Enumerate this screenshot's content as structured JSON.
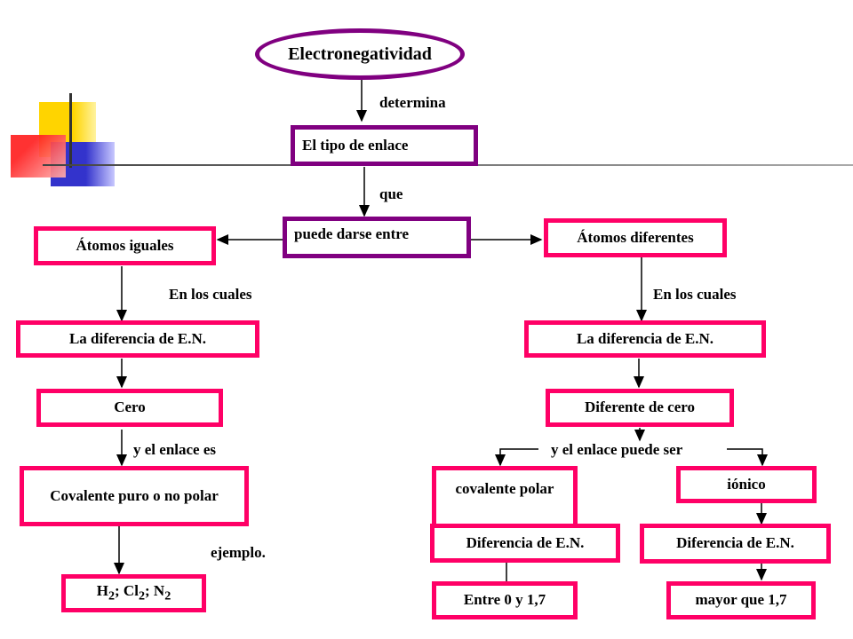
{
  "title": "Electronegatividad",
  "labels": {
    "determina": "determina",
    "que": "que",
    "en_los_cuales_left": "En los cuales",
    "en_los_cuales_right": "En los cuales",
    "enlace_es": "y el enlace es",
    "enlace_puede_ser": "y el enlace puede ser",
    "ejemplo": "ejemplo."
  },
  "boxes": {
    "tipo_enlace": "El tipo de enlace",
    "puede_darse": "puede darse entre",
    "atomos_iguales": "Átomos iguales",
    "atomos_diferentes": "Átomos diferentes",
    "diferencia_left": "La diferencia  de E.N.",
    "diferencia_right": "La diferencia  de E.N.",
    "cero": "Cero",
    "diferente_cero": "Diferente de cero",
    "covalente_puro": "Covalente puro o no polar",
    "covalente_polar": "covalente polar",
    "ionico": "iónico",
    "dif_en_polar": "Diferencia  de E.N.",
    "dif_en_ionico": "Diferencia  de E.N.",
    "entre": "Entre 0 y 1,7",
    "mayor": "mayor que 1,7"
  },
  "example": {
    "h": "H",
    "h_sub": "2",
    "sep1": "; Cl",
    "cl_sub": "2",
    "sep2": "; N",
    "n_sub": "2"
  },
  "colors": {
    "box_border": "#ff0066",
    "title_border": "#800080"
  }
}
